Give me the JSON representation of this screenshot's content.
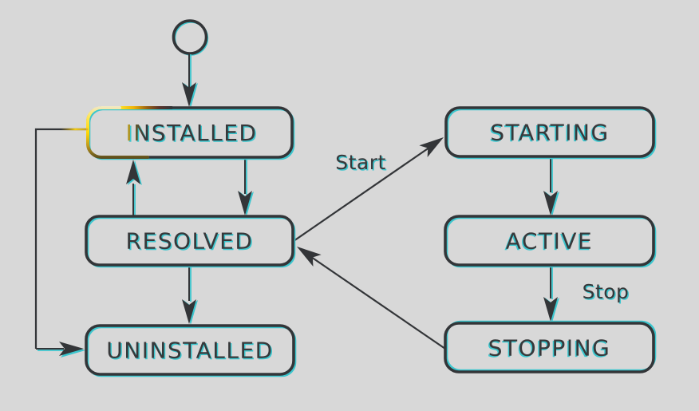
{
  "diagram": {
    "type": "state-diagram",
    "nodes": [
      {
        "id": "installed",
        "label": "INSTALLED"
      },
      {
        "id": "resolved",
        "label": "RESOLVED"
      },
      {
        "id": "uninstalled",
        "label": "UNINSTALLED"
      },
      {
        "id": "starting",
        "label": "STARTING"
      },
      {
        "id": "active",
        "label": "ACTIVE"
      },
      {
        "id": "stopping",
        "label": "STOPPING"
      }
    ],
    "edges": [
      {
        "from": "initial",
        "to": "INSTALLED",
        "label": ""
      },
      {
        "from": "INSTALLED",
        "to": "RESOLVED",
        "label": ""
      },
      {
        "from": "RESOLVED",
        "to": "INSTALLED",
        "label": ""
      },
      {
        "from": "RESOLVED",
        "to": "UNINSTALLED",
        "label": ""
      },
      {
        "from": "INSTALLED",
        "to": "UNINSTALLED",
        "label": ""
      },
      {
        "from": "RESOLVED",
        "to": "STARTING",
        "label": "Start"
      },
      {
        "from": "STARTING",
        "to": "ACTIVE",
        "label": ""
      },
      {
        "from": "ACTIVE",
        "to": "STOPPING",
        "label": "Stop"
      },
      {
        "from": "STOPPING",
        "to": "RESOLVED",
        "label": ""
      }
    ]
  },
  "colors": {
    "background": "#d8d8d8",
    "stroke": "#333538",
    "text": "#37383a",
    "accent_cyan": "#3cc6ce",
    "artifact_yellow": "#ffd806",
    "artifact_orange": "#c07818"
  }
}
